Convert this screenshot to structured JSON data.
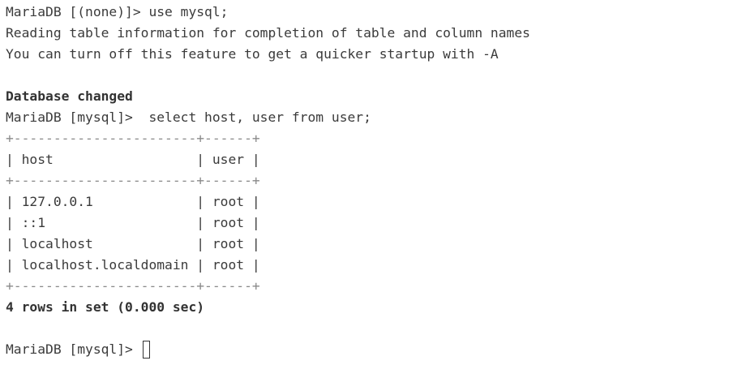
{
  "terminal": {
    "lines": [
      {
        "text": "MariaDB [(none)]> use mysql;",
        "style": "normal"
      },
      {
        "text": "Reading table information for completion of table and column names",
        "style": "normal"
      },
      {
        "text": "You can turn off this feature to get a quicker startup with -A",
        "style": "normal"
      },
      {
        "text": "",
        "style": "normal"
      },
      {
        "text": "Database changed",
        "style": "bold"
      },
      {
        "text": "MariaDB [mysql]>  select host, user from user;",
        "style": "normal"
      },
      {
        "text": "+-----------------------+------+",
        "style": "border"
      },
      {
        "text": "| host                  | user |",
        "style": "normal"
      },
      {
        "text": "+-----------------------+------+",
        "style": "border"
      },
      {
        "text": "| 127.0.0.1             | root |",
        "style": "normal"
      },
      {
        "text": "| ::1                   | root |",
        "style": "normal"
      },
      {
        "text": "| localhost             | root |",
        "style": "normal"
      },
      {
        "text": "| localhost.localdomain | root |",
        "style": "normal"
      },
      {
        "text": "+-----------------------+------+",
        "style": "border"
      },
      {
        "text": "4 rows in set (0.000 sec)",
        "style": "bold"
      },
      {
        "text": "",
        "style": "normal"
      },
      {
        "text": "MariaDB [mysql]> ",
        "style": "prompt"
      }
    ]
  }
}
